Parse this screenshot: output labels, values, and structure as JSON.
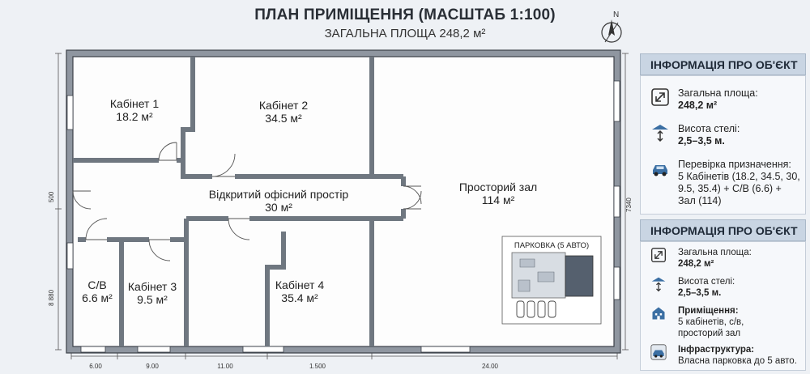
{
  "header": {
    "title": "ПЛАН ПРИМІЩЕННЯ (МАСШТАБ 1:100)",
    "subtitle": "ЗАГАЛЬНА ПЛОЩА 248,2 м²",
    "north": "N"
  },
  "rooms": {
    "cab1_name": "Кабінет 1",
    "cab1_area": "18.2 м²",
    "cab2_name": "Кабінет 2",
    "cab2_area": "34.5 м²",
    "open_name": "Відкритий офісний простір",
    "open_area": "30 м²",
    "hall_name": "Просторий зал",
    "hall_area": "114 м²",
    "wc_name": "С/В",
    "wc_area": "6.6 м²",
    "cab3_name": "Кабінет 3",
    "cab3_area": "9.5 м²",
    "cab4_name": "Кабінет 4",
    "cab4_area": "35.4 м²"
  },
  "parking": {
    "label": "ПАРКОВКА (5 АВТО)"
  },
  "dimensions": {
    "bottom": [
      "6.00",
      "9.00",
      "11.00",
      "1.500",
      "24.00"
    ],
    "left_top": "500",
    "left_bottom": "8 880",
    "right": "7340"
  },
  "panel1": {
    "heading": "ІНФОРМАЦІЯ ПРО ОБ'ЄКТ",
    "area_label": "Загальна площа:",
    "area_value": "248,2 м²",
    "ceiling_label": "Висота стелі:",
    "ceiling_value": "2,5–3,5 м.",
    "purpose_label": "Перевірка призначення:",
    "purpose_lines": [
      "5 Кабінетів (18.2, 34.5, 30,",
      "9.5, 35.4) + С/В (6.6) +",
      "Зал (114)"
    ]
  },
  "panel2": {
    "heading": "ІНФОРМАЦІЯ ПРО ОБ'ЄКТ",
    "area_label": "Загальна площа:",
    "area_value": "248,2 м²",
    "ceiling_label": "Висота стелі:",
    "ceiling_value": "2,5–3,5 м.",
    "rooms_label": "Приміщення:",
    "rooms_lines": [
      "5 кабінетів, с/в,",
      "просторий зал"
    ],
    "infra_label": "Інфраструктура:",
    "infra_value": "Власна парковка до 5 авто."
  }
}
